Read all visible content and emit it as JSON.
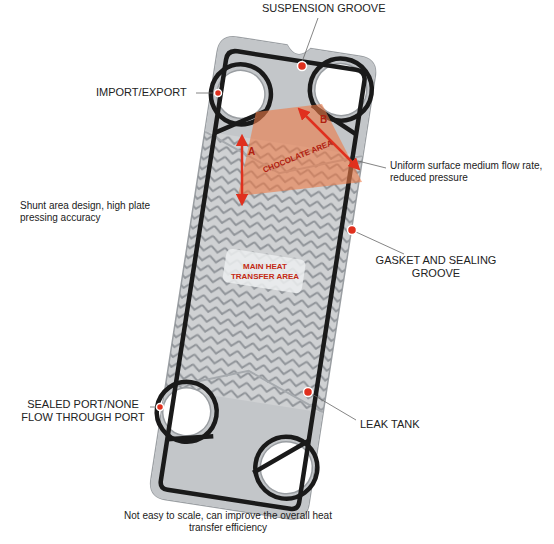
{
  "diagram": {
    "labels": [
      "SUSPENSION GROOVE",
      "IMPORT/EXPORT",
      "B",
      "A",
      "CHOCOLATE AREA",
      "Uniform surface medium flow rate, reduced pressure",
      "Shunt area design, high plate pressing accuracy",
      "GASKET AND SEALING GROOVE",
      "MAIN HEAT TRANSFER AREA",
      "SEALED PORT/NONE FLOW THROUGH PORT",
      "LEAK TANK",
      "Not easy to scale, can improve the overall heat transfer efficiency"
    ]
  }
}
